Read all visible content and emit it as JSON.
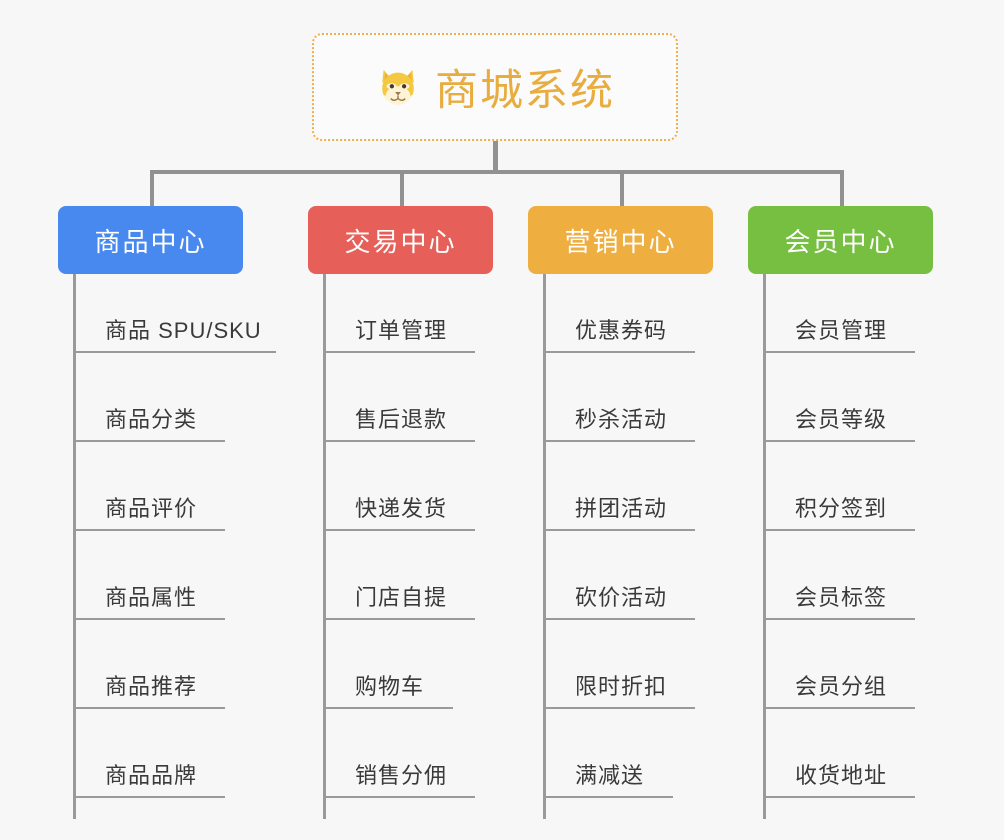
{
  "diagram": {
    "type": "org-chart",
    "background_color": "#f7f7f7",
    "connector_color": "#919191"
  },
  "root": {
    "title": "商城系统",
    "icon": "shiba-dog-face-icon",
    "text_color": "#e8ac3f",
    "border_color": "#eeb04a",
    "border_style": "dotted"
  },
  "branches": [
    {
      "label": "商品中心",
      "color": "#4889f0",
      "items": [
        "商品 SPU/SKU",
        "商品分类",
        "商品评价",
        "商品属性",
        "商品推荐",
        "商品品牌"
      ]
    },
    {
      "label": "交易中心",
      "color": "#e65f58",
      "items": [
        "订单管理",
        "售后退款",
        "快递发货",
        "门店自提",
        "购物车",
        "销售分佣"
      ]
    },
    {
      "label": "营销中心",
      "color": "#efae40",
      "items": [
        "优惠券码",
        "秒杀活动",
        "拼团活动",
        "砍价活动",
        "限时折扣",
        "满减送"
      ]
    },
    {
      "label": "会员中心",
      "color": "#76bf41",
      "items": [
        "会员管理",
        "会员等级",
        "积分签到",
        "会员标签",
        "会员分组",
        "收货地址"
      ]
    }
  ]
}
